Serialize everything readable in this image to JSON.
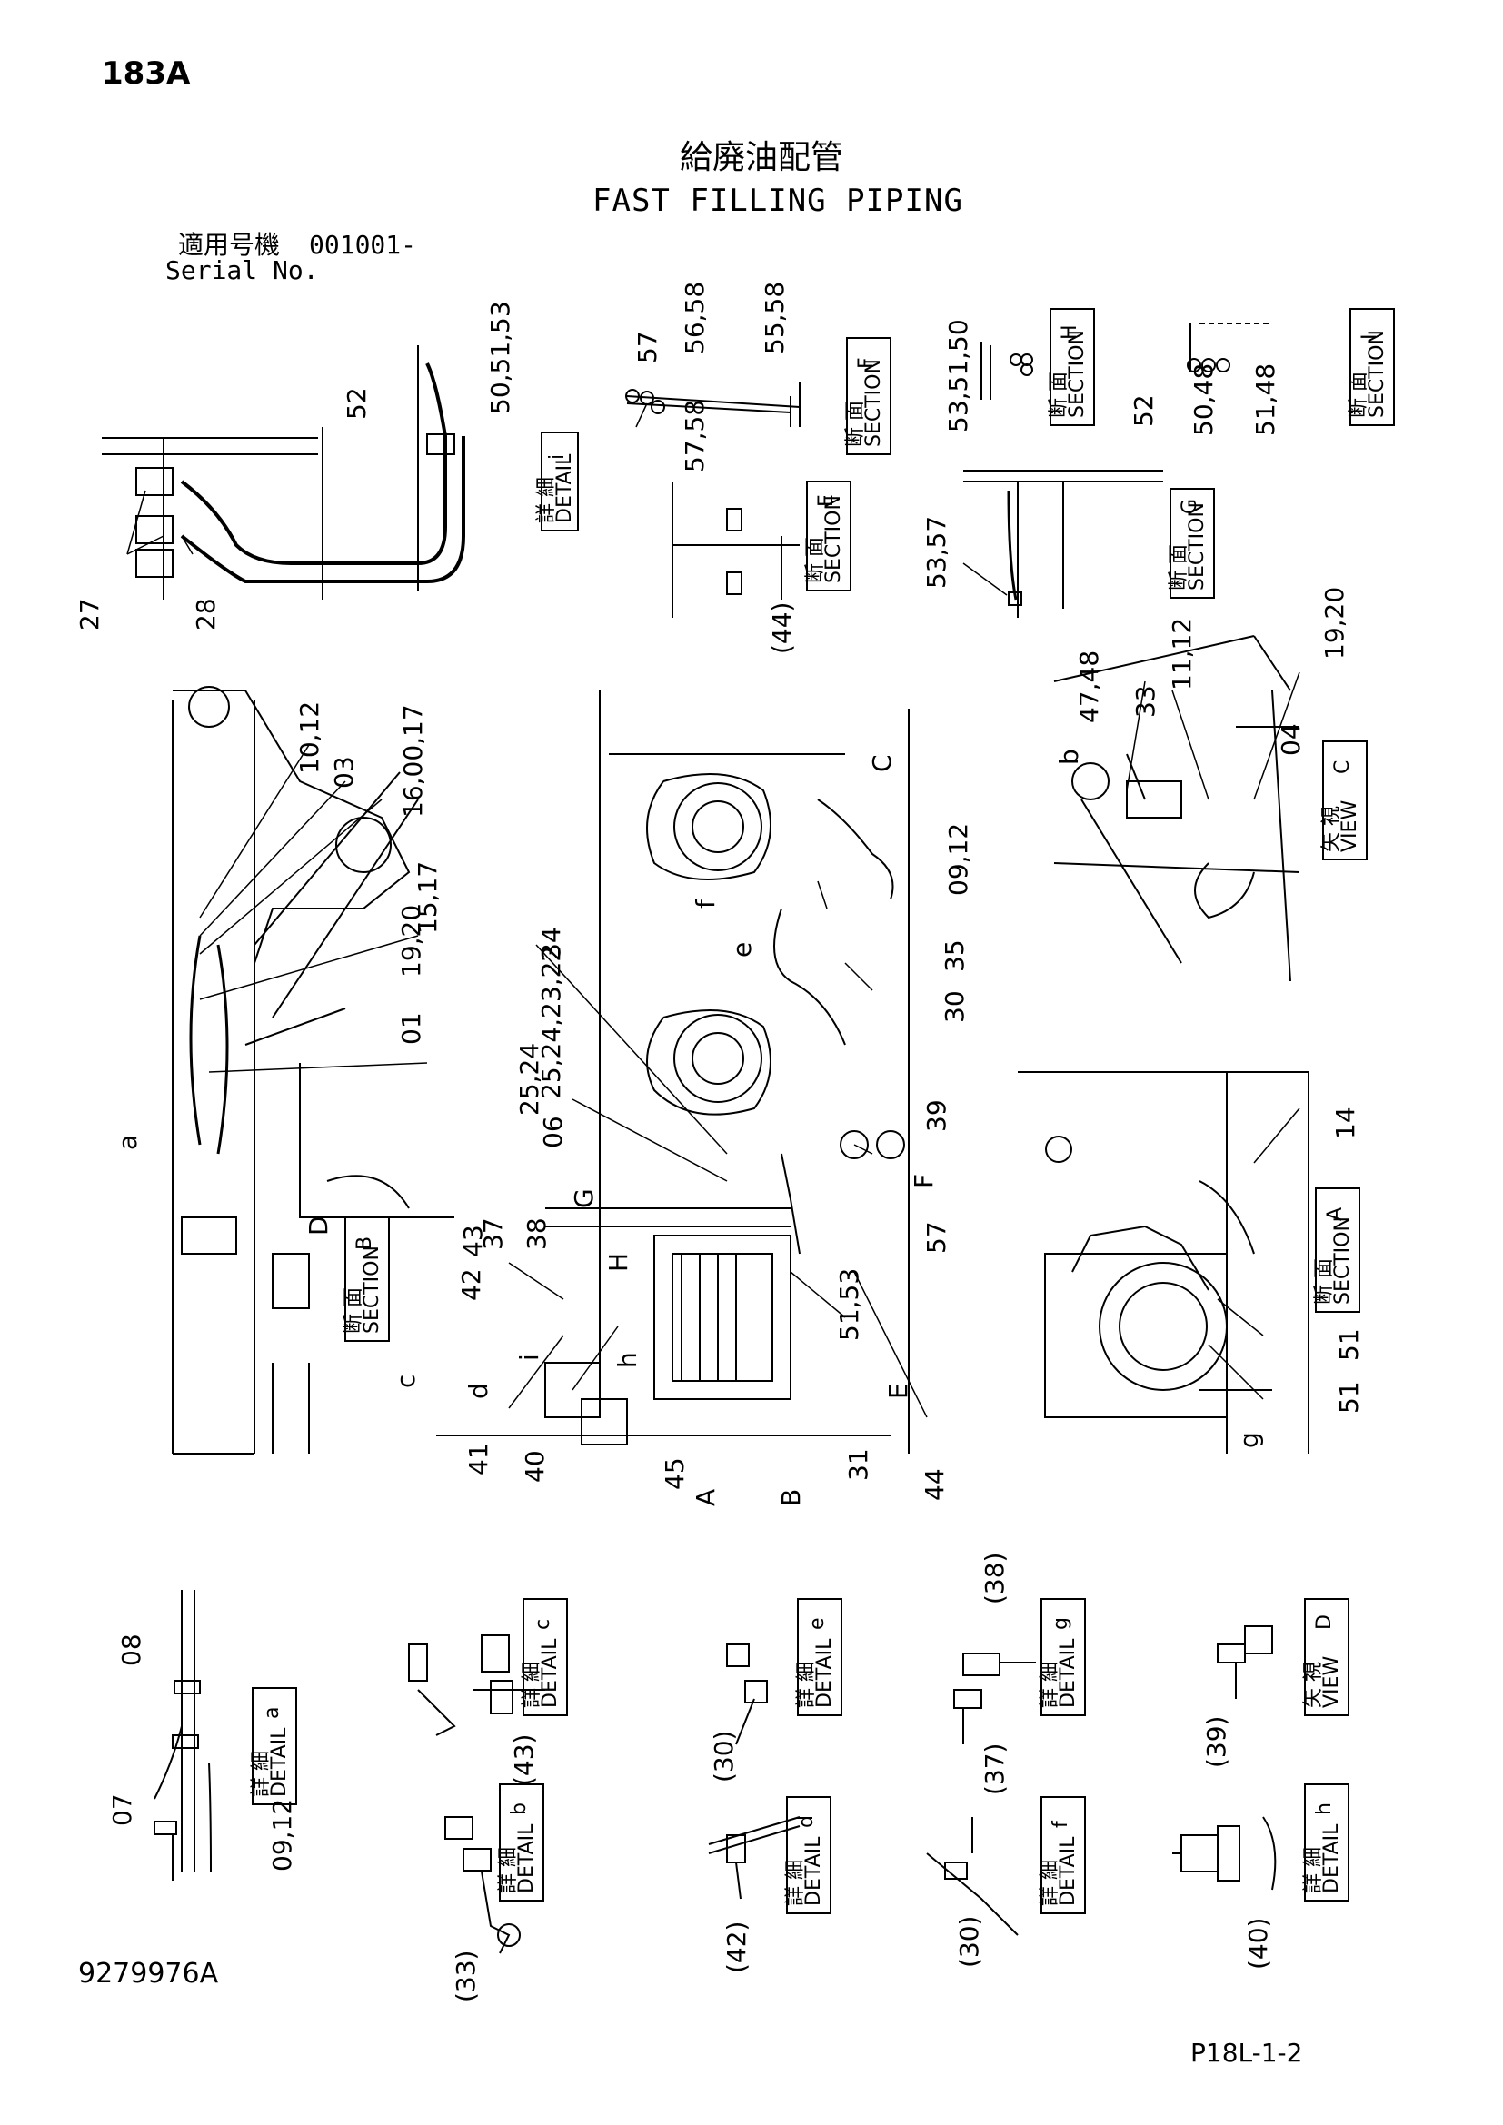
{
  "sheet": {
    "page_code": "183A",
    "title_jp": "給廃油配管",
    "title_en": "FAST FILLING PIPING",
    "serial_label_jp": "適用号機",
    "serial_value": "001001-",
    "serial_label_en": "Serial No.",
    "part_number": "9279976A",
    "sheet_code": "P18L-1-2"
  },
  "views": [
    {
      "jp": "詳 細",
      "en": "DETAIL",
      "letter": "i"
    },
    {
      "jp": "断 面",
      "en": "SECTION",
      "letter": "F"
    },
    {
      "jp": "断 面",
      "en": "SECTION",
      "letter": "H"
    },
    {
      "jp": "断 面",
      "en": "SECTION",
      "letter": "I"
    },
    {
      "jp": "断 面",
      "en": "SECTION",
      "letter": "E"
    },
    {
      "jp": "断 面",
      "en": "SECTION",
      "letter": "G"
    },
    {
      "jp": "矢 視",
      "en": "VIEW",
      "letter": "C"
    },
    {
      "jp": "断 面",
      "en": "SECTION",
      "letter": "B"
    },
    {
      "jp": "断 面",
      "en": "SECTION",
      "letter": "A"
    },
    {
      "jp": "詳 細",
      "en": "DETAIL",
      "letter": "a"
    },
    {
      "jp": "詳 細",
      "en": "DETAIL",
      "letter": "c"
    },
    {
      "jp": "詳 細",
      "en": "DETAIL",
      "letter": "e"
    },
    {
      "jp": "詳 細",
      "en": "DETAIL",
      "letter": "g"
    },
    {
      "jp": "矢 視",
      "en": "VIEW",
      "letter": "D"
    },
    {
      "jp": "詳 細",
      "en": "DETAIL",
      "letter": "b"
    },
    {
      "jp": "詳 細",
      "en": "DETAIL",
      "letter": "d"
    },
    {
      "jp": "詳 細",
      "en": "DETAIL",
      "letter": "f"
    },
    {
      "jp": "詳 細",
      "en": "DETAIL",
      "letter": "h"
    }
  ],
  "callouts": [
    "57",
    "56,58",
    "55,58",
    "57,58",
    "52",
    "50,51,53",
    "53,51,50",
    "52",
    "50,48",
    "51,48",
    "27",
    "28",
    "(44)",
    "53,57",
    "47,48",
    "33",
    "11,12",
    "19,20",
    "04",
    "b",
    "10,12",
    "03",
    "16,00,17",
    "15,17",
    "19,20",
    "01",
    "a",
    "34",
    "25,24,23,22",
    "25,24",
    "06",
    "09,12",
    "35",
    "30",
    "f",
    "e",
    "39",
    "57",
    "G",
    "C",
    "F",
    "37",
    "38",
    "43",
    "42",
    "c",
    "d",
    "i",
    "H",
    "h",
    "E",
    "A",
    "B",
    "D",
    "41",
    "40",
    "45",
    "31",
    "44",
    "51,53",
    "14",
    "51",
    "51",
    "g",
    "08",
    "07",
    "09,12",
    "(43)",
    "(30)",
    "(38)",
    "(37)",
    "(39)",
    "(33)",
    "(42)",
    "(30)",
    "(40)"
  ]
}
